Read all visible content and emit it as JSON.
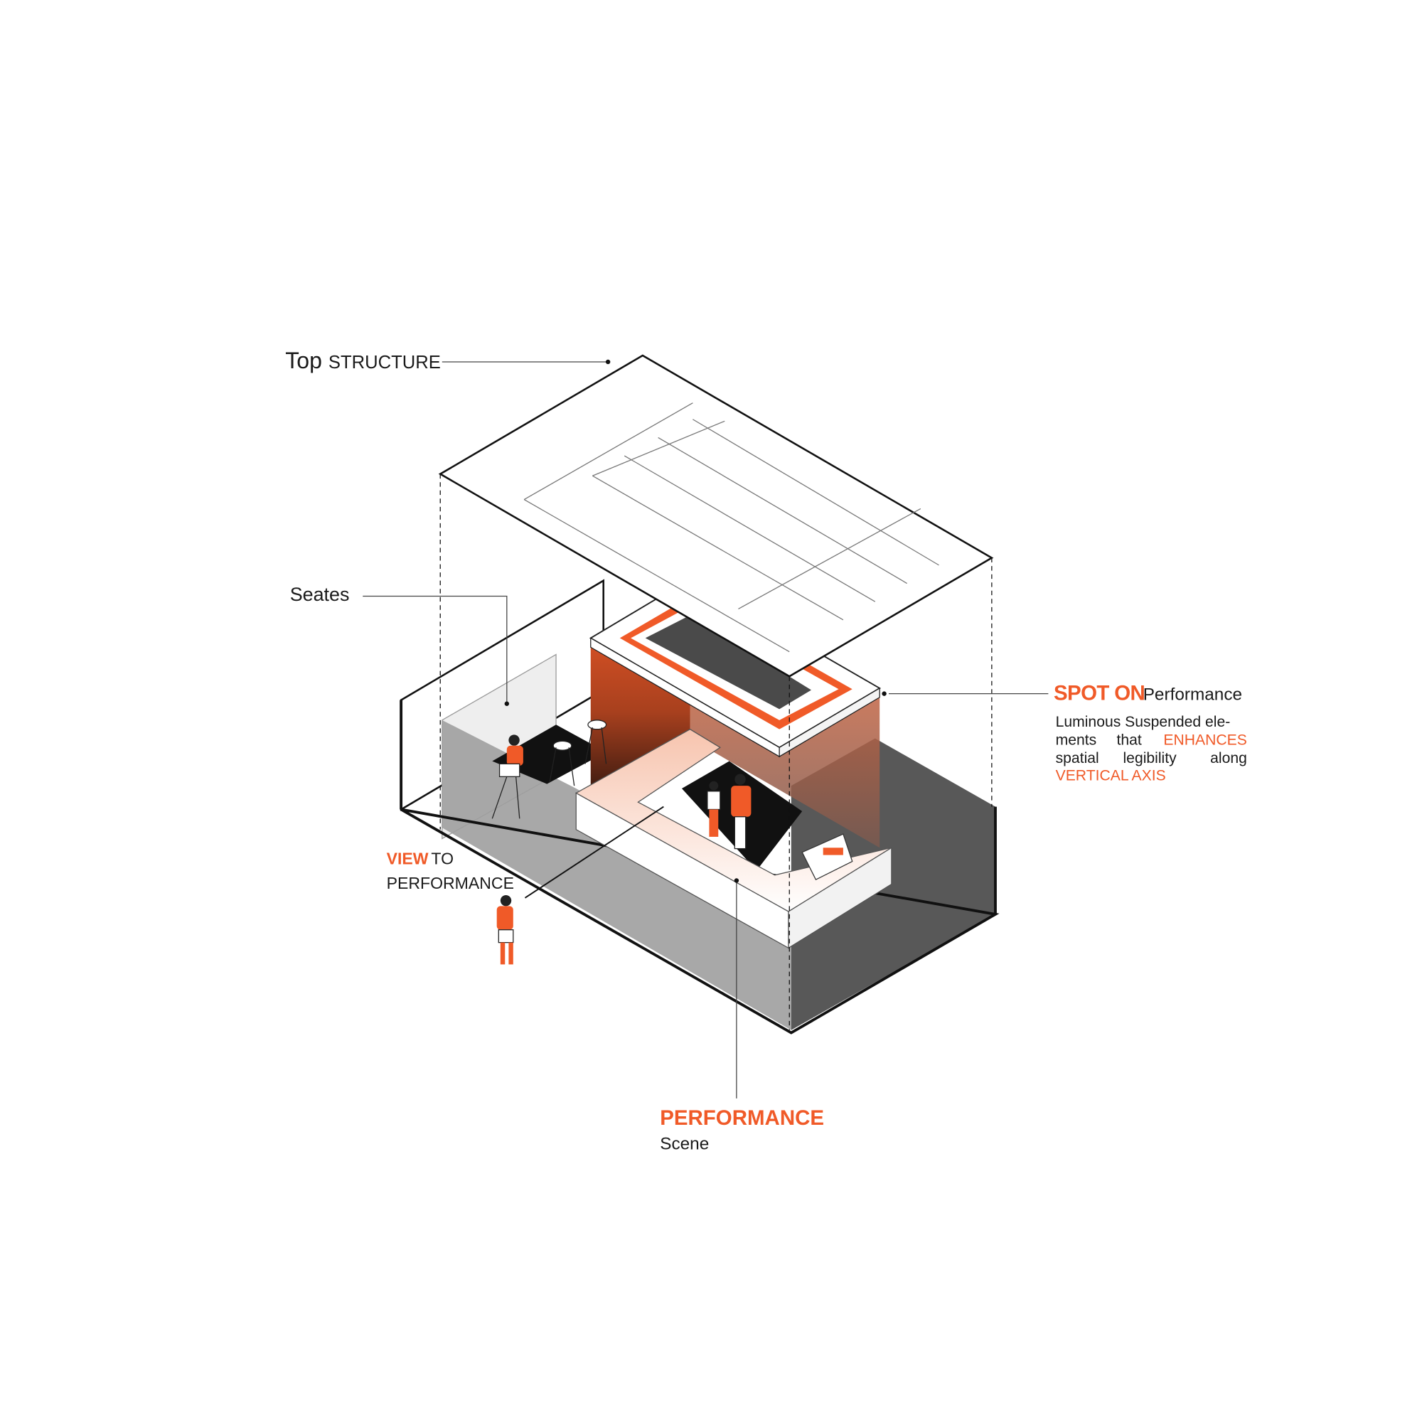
{
  "labels": {
    "top_structure": {
      "part1": "Top",
      "part2": "STRUCTURE"
    },
    "seats": "Seates",
    "spot_on": {
      "title_accent": "SPOT ON",
      "title_rest": "Performance",
      "line1": "Luminous Suspended ele-",
      "line2_a": "ments",
      "line2_b": "that",
      "line2_accent": "ENHANCES",
      "line3_a": "spatial",
      "line3_b": "legibility",
      "line3_c": "along",
      "line4_accent": "VERTICAL AXIS"
    },
    "view": {
      "accent": "VIEW",
      "rest": "TO",
      "line2": "PERFORMANCE"
    },
    "performance": {
      "accent": "PERFORMANCE",
      "sub": "Scene"
    }
  },
  "colors": {
    "accent": "#f05a28",
    "glass": "#9a9a9a",
    "dark": "#4a4a4a",
    "ink": "#1a1a1a"
  }
}
